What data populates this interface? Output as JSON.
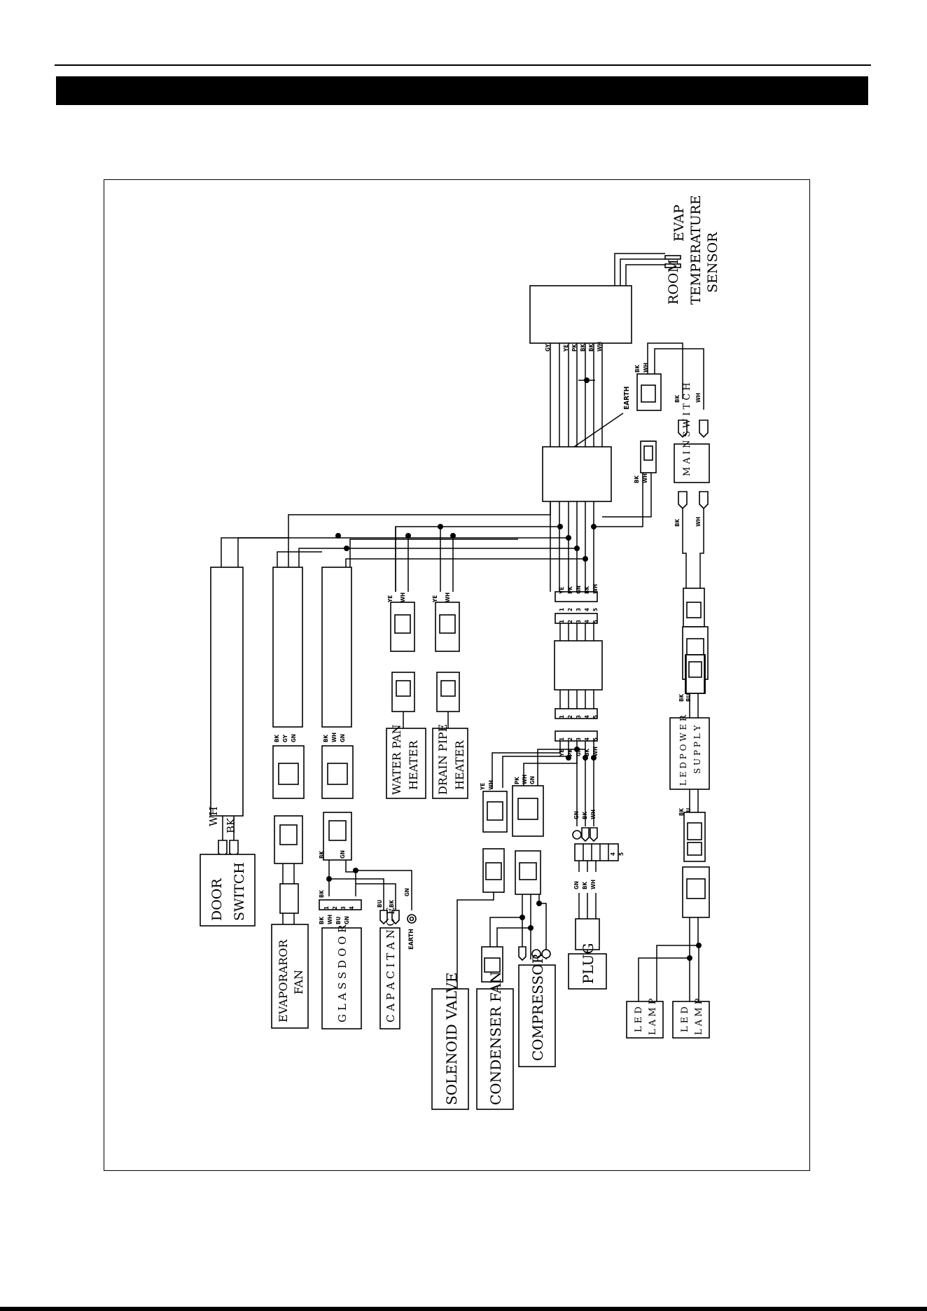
{
  "components": {
    "door_switch": "DOOR SWITCH",
    "evaporator_fan": "EVAPORAROR FAN",
    "glass_door": "G L A S S   D O O R",
    "capacitance": "C A P A C I T A N C E",
    "water_pan_heater": "WATER PAN HEATER",
    "drain_pipe_heater": "DRAIN PIPE HEATER",
    "solenoid_valve": "SOLENOID VALVE",
    "condenser_fan": "CONDENSER FAN",
    "compressor": "COMPRESSOR",
    "plug": "PLUG",
    "led_lamp_1": "L E D   L A M P",
    "led_lamp_2": "L E D   L A M P",
    "led_power_supply": "L E D   P O W E R   S U P P L Y",
    "main_switch": "M A I N   S W I T C H",
    "sensor_line1": "ROOM",
    "sensor_line2": "EVAP",
    "sensor_line3": "TEMPERATURE",
    "sensor_line4": "SENSOR",
    "earth_1": "EARTH",
    "earth_2": "EARTH"
  },
  "wire_codes": {
    "wh": "WH",
    "bk": "BK",
    "gy": "GY",
    "gn": "GN",
    "ye": "YE",
    "pk": "PK",
    "bu": "BU"
  },
  "terminals": [
    "1",
    "2",
    "3",
    "4",
    "5"
  ]
}
